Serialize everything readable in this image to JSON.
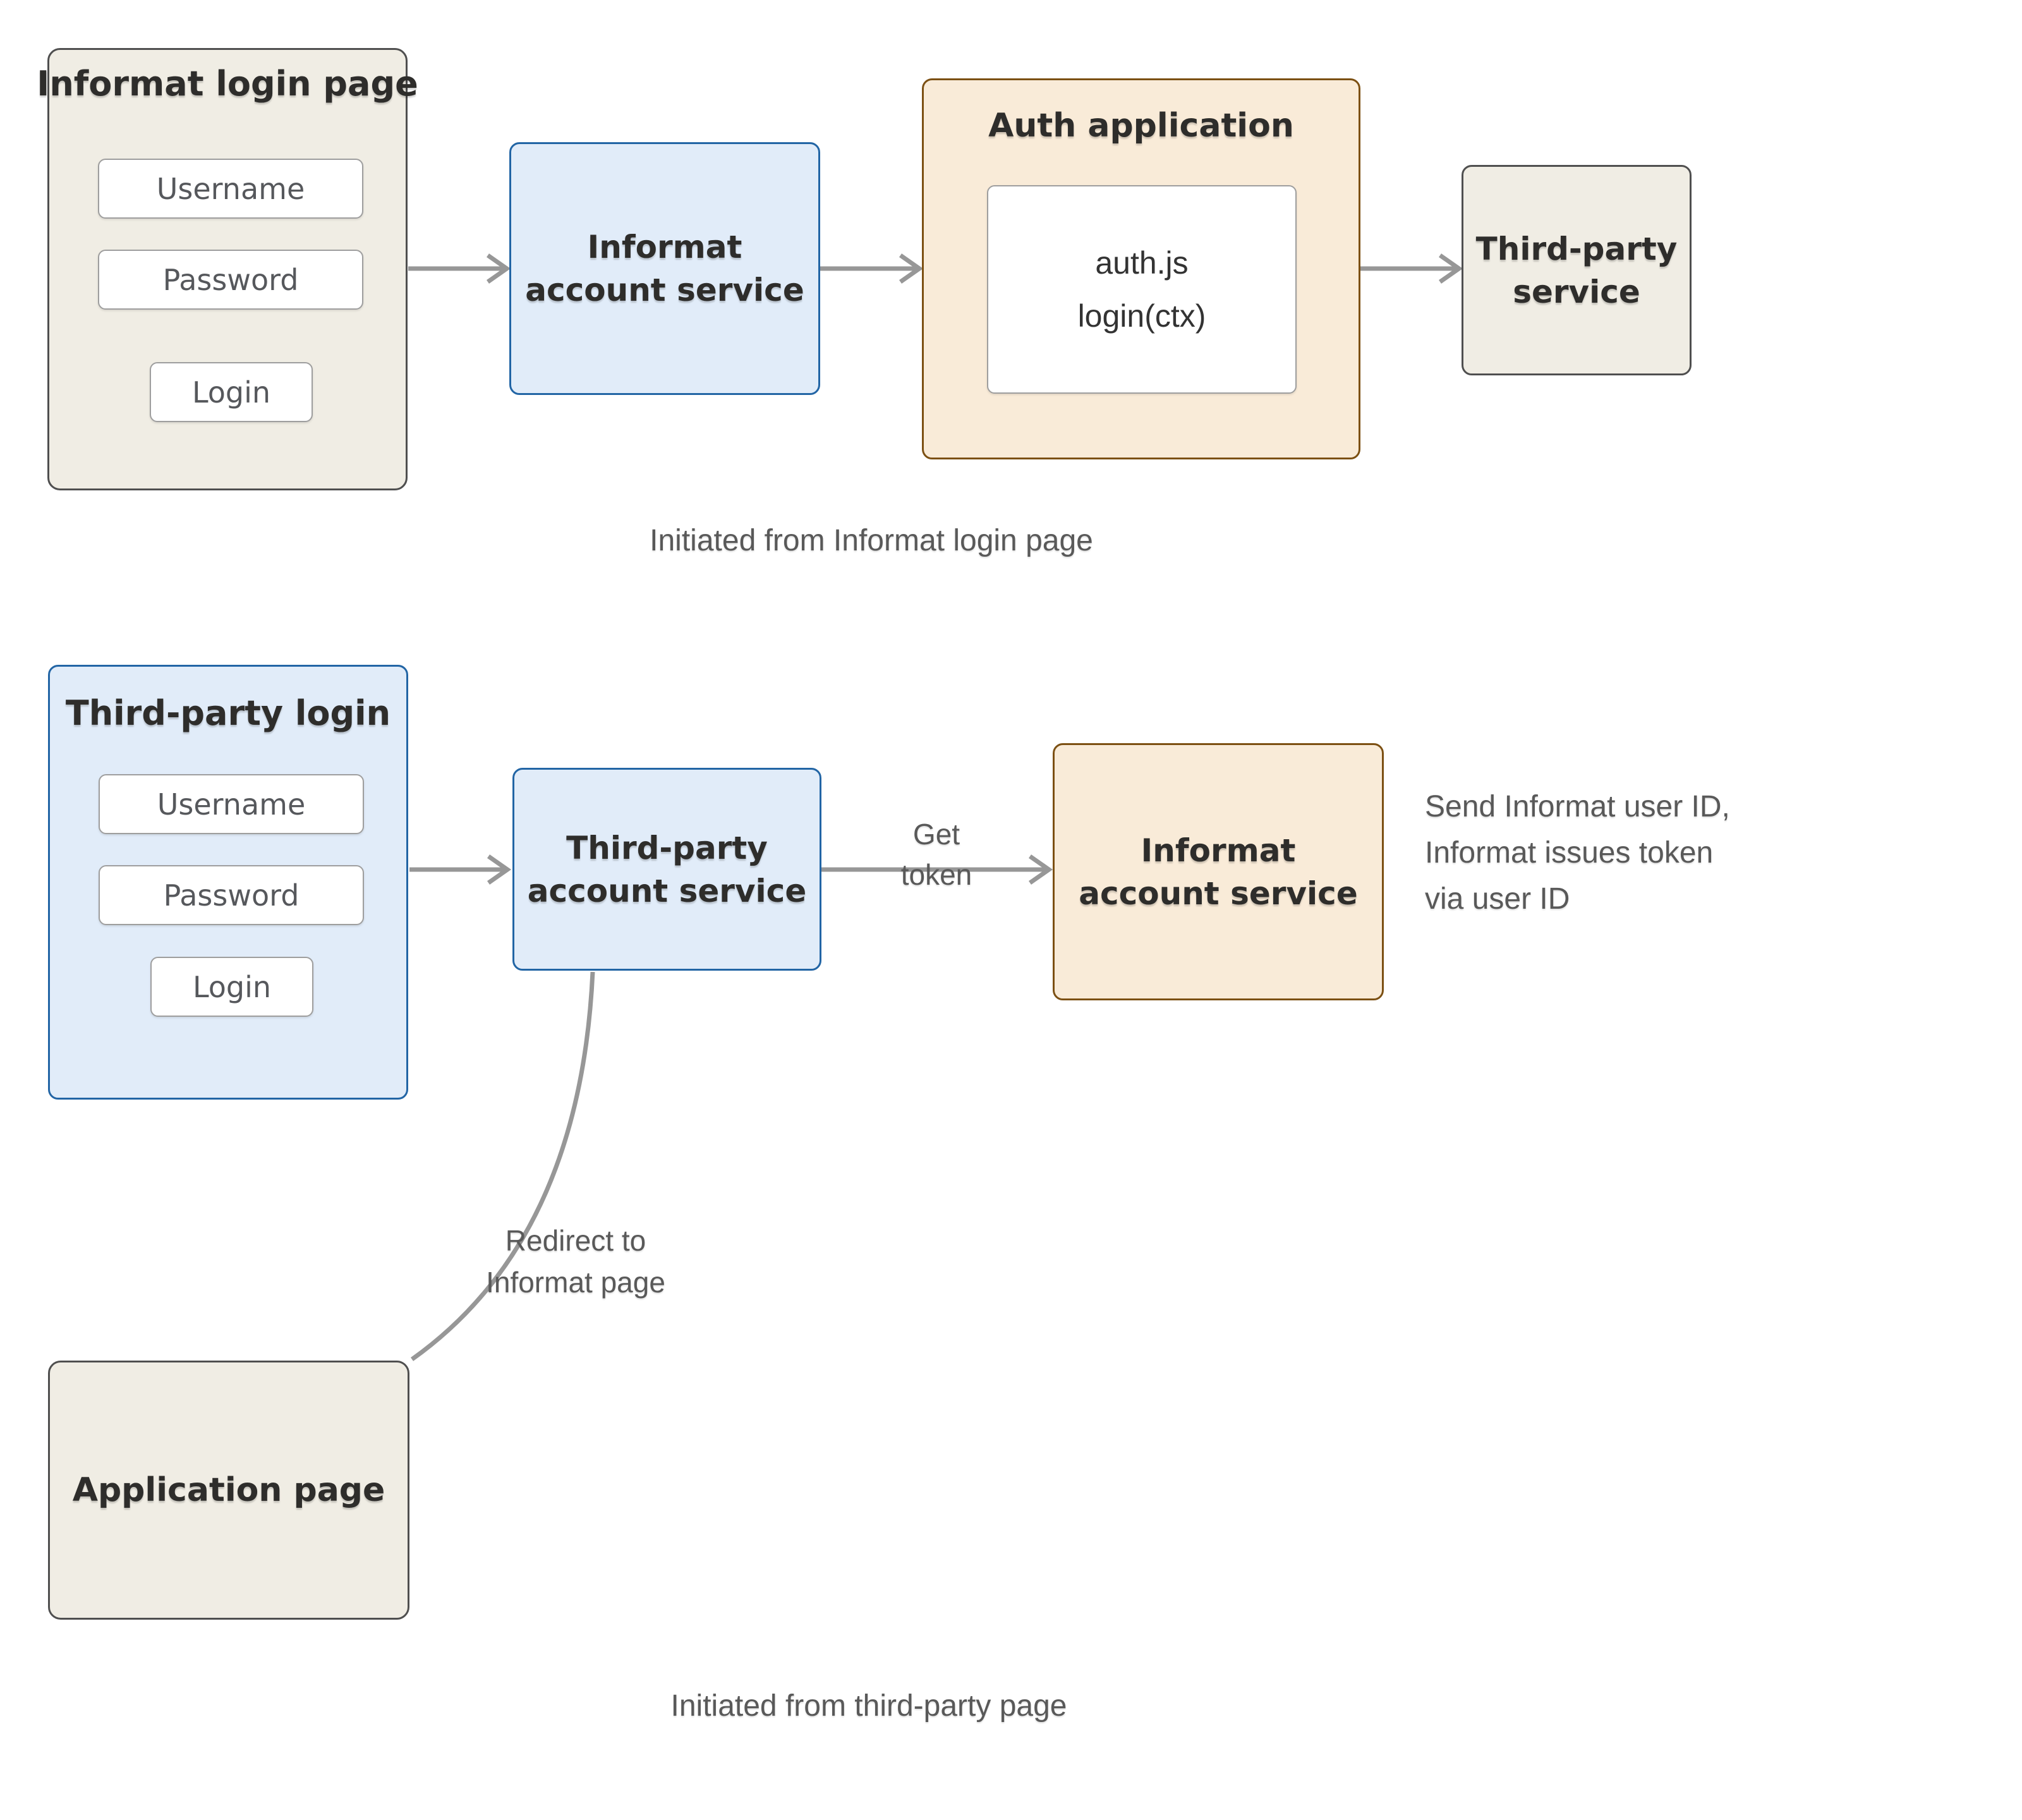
{
  "colors": {
    "page-bg": "#ffffff",
    "neutral-fill": "#f0ede4",
    "neutral-border": "#4f4f4f",
    "blue-fill": "#e1ecf9",
    "blue-border": "#2265a5",
    "orange-fill": "#f9ebd8",
    "orange-border": "#7c5013",
    "field-bg": "#ffffff",
    "field-border": "#9e9e9e",
    "field-text": "#56585c",
    "title-text": "#2e2d2b",
    "muted-text": "#595959",
    "connector": "#979797"
  },
  "flow1": {
    "login_panel": {
      "title": "Informat login page",
      "username": "Username",
      "password": "Password",
      "login": "Login"
    },
    "account_service": {
      "line1": "Informat",
      "line2": "account service"
    },
    "auth_app": {
      "title": "Auth application",
      "code_line1": "auth.js",
      "code_line2": "login(ctx)"
    },
    "third_party_service": {
      "line1": "Third-party",
      "line2": "service"
    },
    "caption": "Initiated from Informat login page"
  },
  "flow2": {
    "login_panel": {
      "title": "Third-party login",
      "username": "Username",
      "password": "Password",
      "login": "Login"
    },
    "account_service": {
      "line1": "Third-party",
      "line2": "account service"
    },
    "informat_service": {
      "line1": "Informat",
      "line2": "account service"
    },
    "get_token_label": {
      "line1": "Get",
      "line2": "token"
    },
    "note": {
      "line1": "Send Informat user ID,",
      "line2": "Informat issues token",
      "line3": "via user ID"
    },
    "redirect_label": {
      "line1": "Redirect to",
      "line2": "Informat page"
    },
    "application_page": {
      "title": "Application page"
    },
    "caption": "Initiated from third-party page"
  }
}
